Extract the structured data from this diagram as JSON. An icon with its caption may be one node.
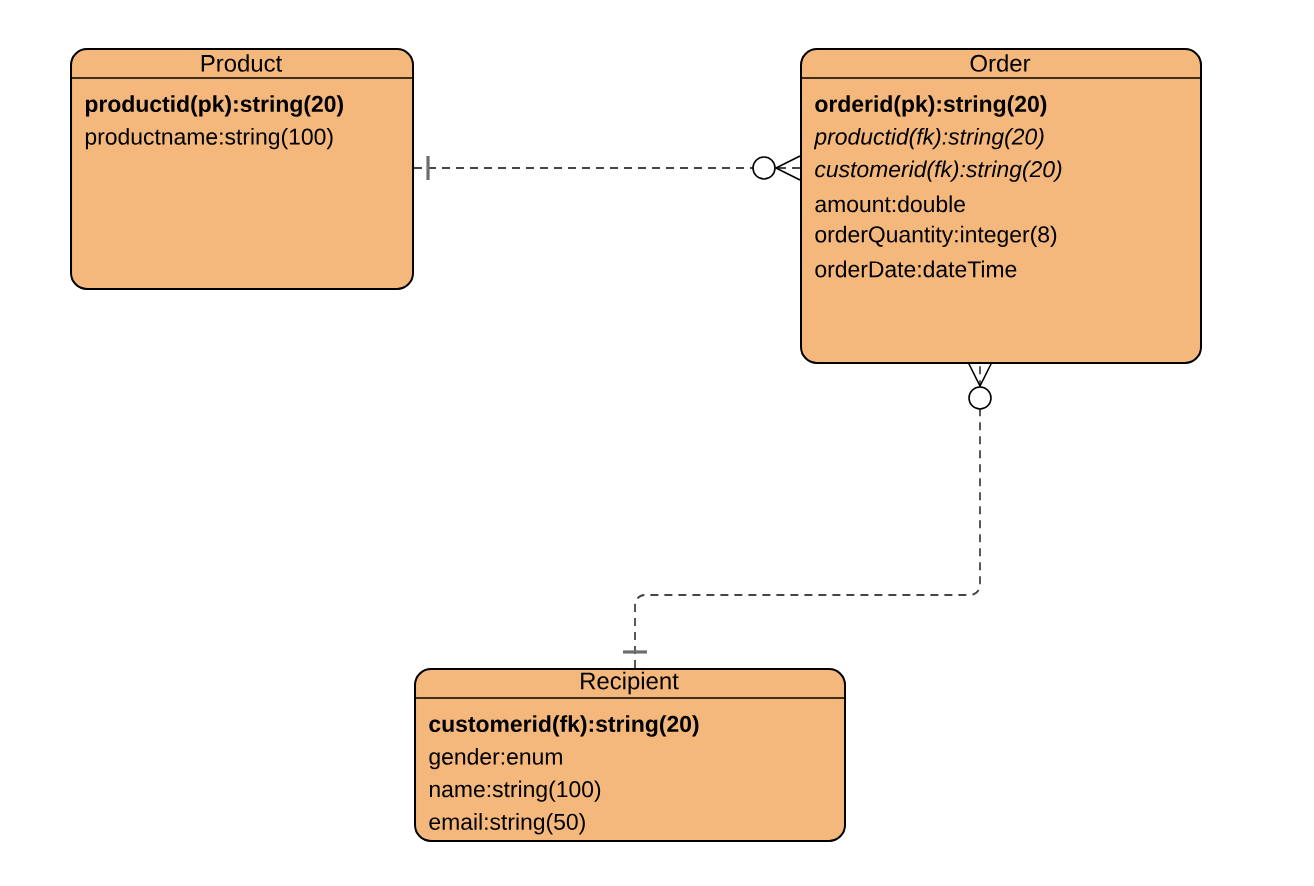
{
  "diagram": {
    "nodes": [
      {
        "text": [
          "Product",
          "**productid(pk):string(20)**",
          "productname:string(100)"
        ]
      },
      {
        "text": [
          "Order",
          "**orderid(pk):string(20)**",
          "*productid(fk):string(20)*",
          "*customerid(fk):string(20)*",
          "amount:double",
          "orderQuantity:integer(8)",
          "orderDate:dateTime"
        ]
      },
      {
        "text": [
          "Recipient",
          "**customerid(fk):string(20)**",
          "gender:enum",
          "name:string(100)",
          "email:string(50)"
        ]
      }
    ],
    "edges": [
      {
        "from": 0,
        "to": 1,
        "arrow": "other",
        "style": "dashed"
      },
      {
        "from": 2,
        "to": 1,
        "arrow": "other",
        "style": "dashed"
      }
    ]
  }
}
